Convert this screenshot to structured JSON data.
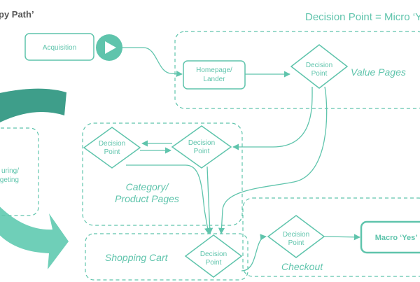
{
  "header": {
    "title_left": "py Path’",
    "title_right": "Decision Point = Micro ‘Yes’"
  },
  "nodes": {
    "acquisition": "Acquisition",
    "homepage_line1": "Homepage/",
    "homepage_line2": "Lander",
    "retargeting_line1": "uring/",
    "retargeting_line2": "rgeting",
    "macro_yes": "Macro ‘Yes’"
  },
  "decision_label_line1": "Decision",
  "decision_label_line2": "Point",
  "regions": {
    "value_pages": "Value Pages",
    "category_line1": "Category/",
    "category_line2": "Product Pages",
    "shopping_cart": "Shopping Cart",
    "checkout": "Checkout"
  },
  "colors": {
    "stroke": "#5fc4ac",
    "text": "#5fc4ac",
    "play_fill": "#5fc4ac",
    "curve_dark": "#3e9e8a",
    "curve_light": "#6fcfb8"
  }
}
